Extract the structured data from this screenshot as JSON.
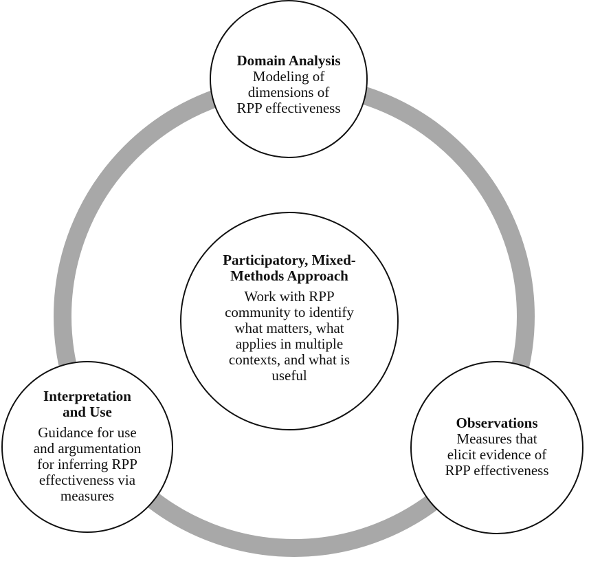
{
  "nodes": {
    "domain_analysis": {
      "title": "Domain Analysis",
      "lines": [
        "Modeling of",
        "dimensions of",
        "RPP effectiveness"
      ]
    },
    "center": {
      "title_lines": [
        "Participatory, Mixed-",
        "Methods Approach"
      ],
      "lines": [
        "Work with RPP",
        "community to identify",
        "what matters, what",
        "applies in multiple",
        "contexts, and what is",
        "useful"
      ]
    },
    "interpretation": {
      "title_lines": [
        "Interpretation",
        "and Use"
      ],
      "lines": [
        "Guidance for use",
        "and argumentation",
        "for inferring RPP",
        "effectiveness via",
        "measures"
      ]
    },
    "observations": {
      "title": "Observations",
      "lines": [
        "Measures that",
        "elicit evidence of",
        "RPP effectiveness"
      ]
    }
  },
  "colors": {
    "ring": "#a8a8a8",
    "outline": "#111111",
    "fill": "#ffffff"
  }
}
